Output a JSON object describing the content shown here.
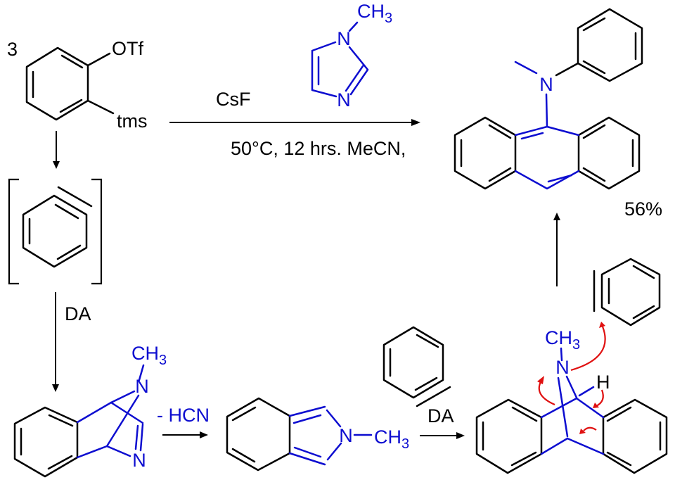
{
  "colors": {
    "carbon_skeleton": "#000000",
    "heteroatom_blue": "#0d0dd0",
    "mechanism_arrow_red": "#e01010",
    "background": "#ffffff"
  },
  "scheme": {
    "stoichiometry_label": "3",
    "reactant_groups": {
      "otf": "OTf",
      "tms": "tms"
    },
    "reagent": "CsF",
    "conditions": "50°C, 12 hrs. MeCN,",
    "yield": "56%",
    "step_labels": {
      "da_1": "DA",
      "da_2": "DA",
      "elimination": "- HCN"
    },
    "atom_labels": {
      "n": "N",
      "h": "H",
      "ch": "CH",
      "subscript_3": "3"
    }
  }
}
